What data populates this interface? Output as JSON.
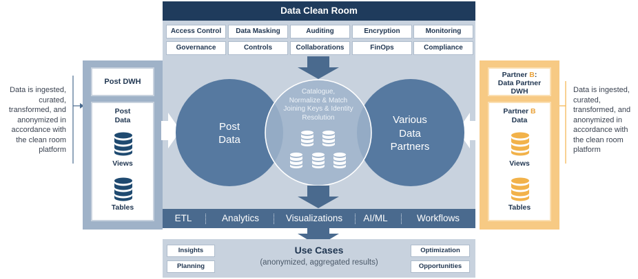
{
  "title": "Data Clean Room",
  "top_tags": [
    [
      "Access Control",
      "Data Masking",
      "Auditing",
      "Encryption",
      "Monitoring"
    ],
    [
      "Governance",
      "Controls",
      "Collaborations",
      "FinOps",
      "Compliance"
    ]
  ],
  "left_note": [
    "Data is ingested,",
    "curated,",
    "transformed, and",
    "anonymized in",
    "accordance with",
    "the clean room",
    "platform"
  ],
  "right_note": [
    "Data is ingested,",
    "curated,",
    "transformed, and",
    "anonymized in",
    "accordance with",
    "the clean room",
    "platform"
  ],
  "left_source": {
    "title_prefix": "Post ",
    "title_accent": "DWH",
    "data_line1": "Post",
    "data_line2": "Data",
    "views": "Views",
    "tables": "Tables"
  },
  "right_source": {
    "title_line1_prefix": "Partner ",
    "title_line1_accent": "B",
    "title_line1_suffix": ":",
    "title_line2": "Data Partner",
    "title_line3": "DWH",
    "data_line1_prefix": "Partner ",
    "data_line1_accent": "B",
    "data_line2": "Data",
    "views": "Views",
    "tables": "Tables"
  },
  "left_circle": [
    "Post",
    "Data"
  ],
  "right_circle": [
    "Various",
    "Data",
    "Partners"
  ],
  "center_circle": [
    "Catalogue,",
    "Normalize & Match",
    "Joining Keys & Identity",
    "Resolution"
  ],
  "tools": [
    "ETL",
    "Analytics",
    "Visualizations",
    "AI/ML",
    "Workflows"
  ],
  "use_cases": {
    "title": "Use Cases",
    "subtitle": "(anonymized, aggregated results)",
    "left_tags": [
      "Insights",
      "Planning"
    ],
    "right_tags": [
      "Optimization",
      "Opportunities"
    ]
  },
  "colors": {
    "navy": "#1f3b5c",
    "panel": "#c8d2de",
    "circle": "#4f7096",
    "tools_bar": "#4a6a8e",
    "db_blue": "#1f4a70",
    "db_orange": "#f2b24a",
    "partner_orange": "#f7ca84"
  }
}
